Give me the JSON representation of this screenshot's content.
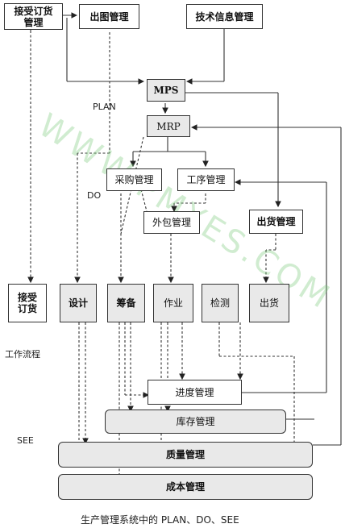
{
  "boxes": {
    "order_mgmt": "接受订货管理",
    "drawing_mgmt": "出图管理",
    "tech_info_mgmt": "技术信息管理",
    "mps": "MPS",
    "mrp": "MRP",
    "purchase_mgmt": "采购管理",
    "process_mgmt": "工序管理",
    "outsource_mgmt": "外包管理",
    "shipping_mgmt": "出货管理",
    "receive_order": "接受订货",
    "design": "设计",
    "prepare": "筹备",
    "operation": "作业",
    "inspection": "检测",
    "shipping": "出货",
    "progress_mgmt": "进度管理",
    "inventory_mgmt": "库存管理",
    "quality_mgmt": "质量管理",
    "cost_mgmt": "成本管理"
  },
  "labels": {
    "plan": "PLAN",
    "do": "DO",
    "workflow": "工作流程",
    "see": "SEE"
  },
  "caption": "生产管理系统中的 PLAN、DO、SEE",
  "watermark": "WWW.PMYES.COM"
}
